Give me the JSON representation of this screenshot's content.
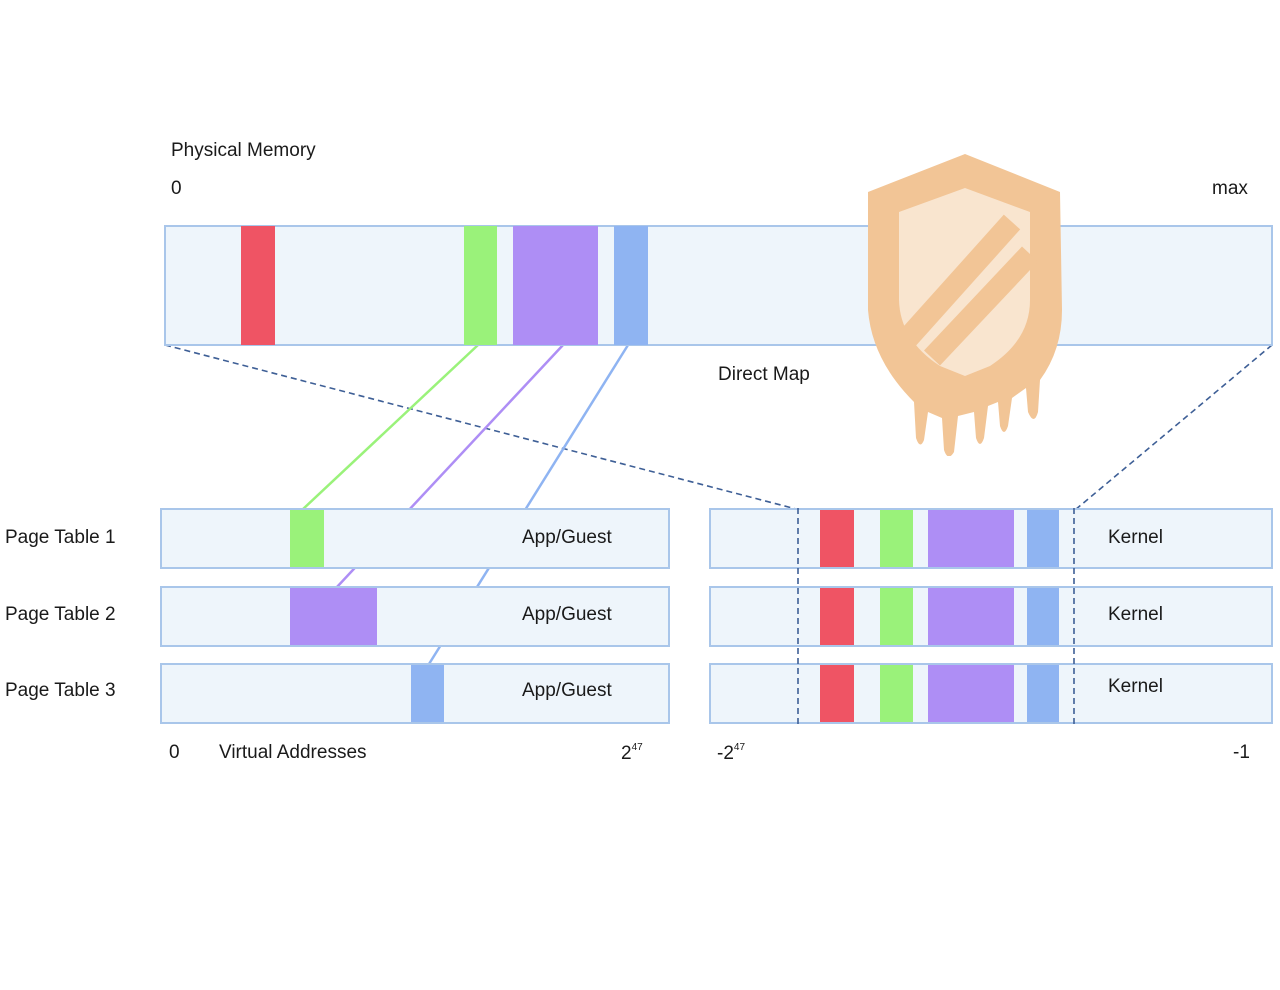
{
  "physical": {
    "title": "Physical Memory",
    "start": "0",
    "end": "max",
    "direct_map_label": "Direct Map"
  },
  "page_tables": [
    {
      "label": "Page Table 1",
      "user_label": "App/Guest",
      "kernel_label": "Kernel"
    },
    {
      "label": "Page Table 2",
      "user_label": "App/Guest",
      "kernel_label": "Kernel"
    },
    {
      "label": "Page Table 3",
      "user_label": "App/Guest",
      "kernel_label": "Kernel"
    }
  ],
  "axis": {
    "user_start": "0",
    "virtual_addresses": "Virtual Addresses",
    "user_end_base": "2",
    "user_end_exp": "47",
    "kernel_start_base": "-2",
    "kernel_start_exp": "47",
    "kernel_end": "-1"
  },
  "colors": {
    "red": "#ef5464",
    "green": "#9af27a",
    "purple": "#ae8ef5",
    "blue": "#8fb4f2",
    "box_fill": "#eef5fb",
    "box_border": "#a9c6ea",
    "dashed": "#3e5f96",
    "logo": "#f2c596"
  },
  "logo_icon": "meltdown-shield-icon"
}
